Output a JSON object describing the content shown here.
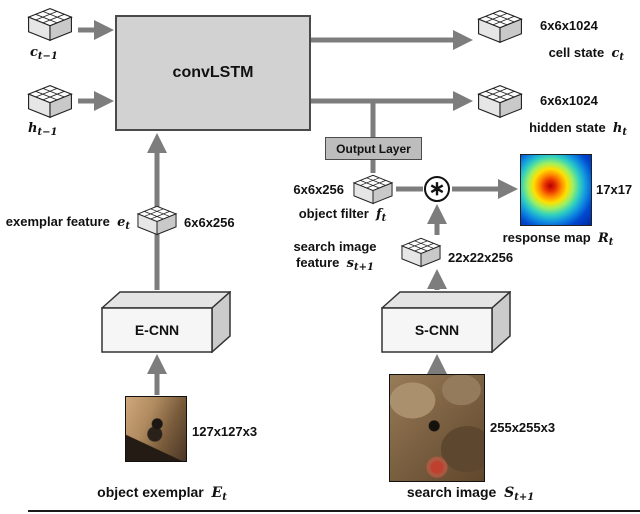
{
  "colors": {
    "convlstm_fill": "#d2d2d2",
    "output_layer_fill": "#bdbdbd",
    "arrow_gray": "#7d7d7d",
    "box_border": "#4a4a4a"
  },
  "convlstm": {
    "label": "convLSTM"
  },
  "output_layer": {
    "label": "Output Layer"
  },
  "ecnn": {
    "label": "E-CNN"
  },
  "scnn": {
    "label": "S-CNN"
  },
  "conv_op": {
    "symbol": "∗"
  },
  "c_prev": {
    "base": "c",
    "sub": "t−1"
  },
  "h_prev": {
    "base": "h",
    "sub": "t−1"
  },
  "cell_state": {
    "dim": "6x6x1024",
    "text": "cell state",
    "base": "c",
    "sub": "t"
  },
  "hidden_state": {
    "dim": "6x6x1024",
    "text": "hidden state",
    "base": "h",
    "sub": "t"
  },
  "object_filter": {
    "dim": "6x6x256",
    "text": "object filter",
    "base": "f",
    "sub": "t"
  },
  "response_map": {
    "dim": "17x17",
    "text": "response map",
    "base": "R",
    "sub": "t"
  },
  "search_feature": {
    "dim": "22x22x256",
    "line1": "search image",
    "line2": "feature",
    "base": "s",
    "sub": "t+1"
  },
  "exemplar_feature": {
    "dim": "6x6x256",
    "text": "exemplar feature",
    "base": "e",
    "sub": "t"
  },
  "object_exemplar": {
    "dim": "127x127x3",
    "text": "object exemplar",
    "base": "E",
    "sub": "t"
  },
  "search_image": {
    "dim": "255x255x3",
    "text": "search image",
    "base": "S",
    "sub": "t+1"
  }
}
